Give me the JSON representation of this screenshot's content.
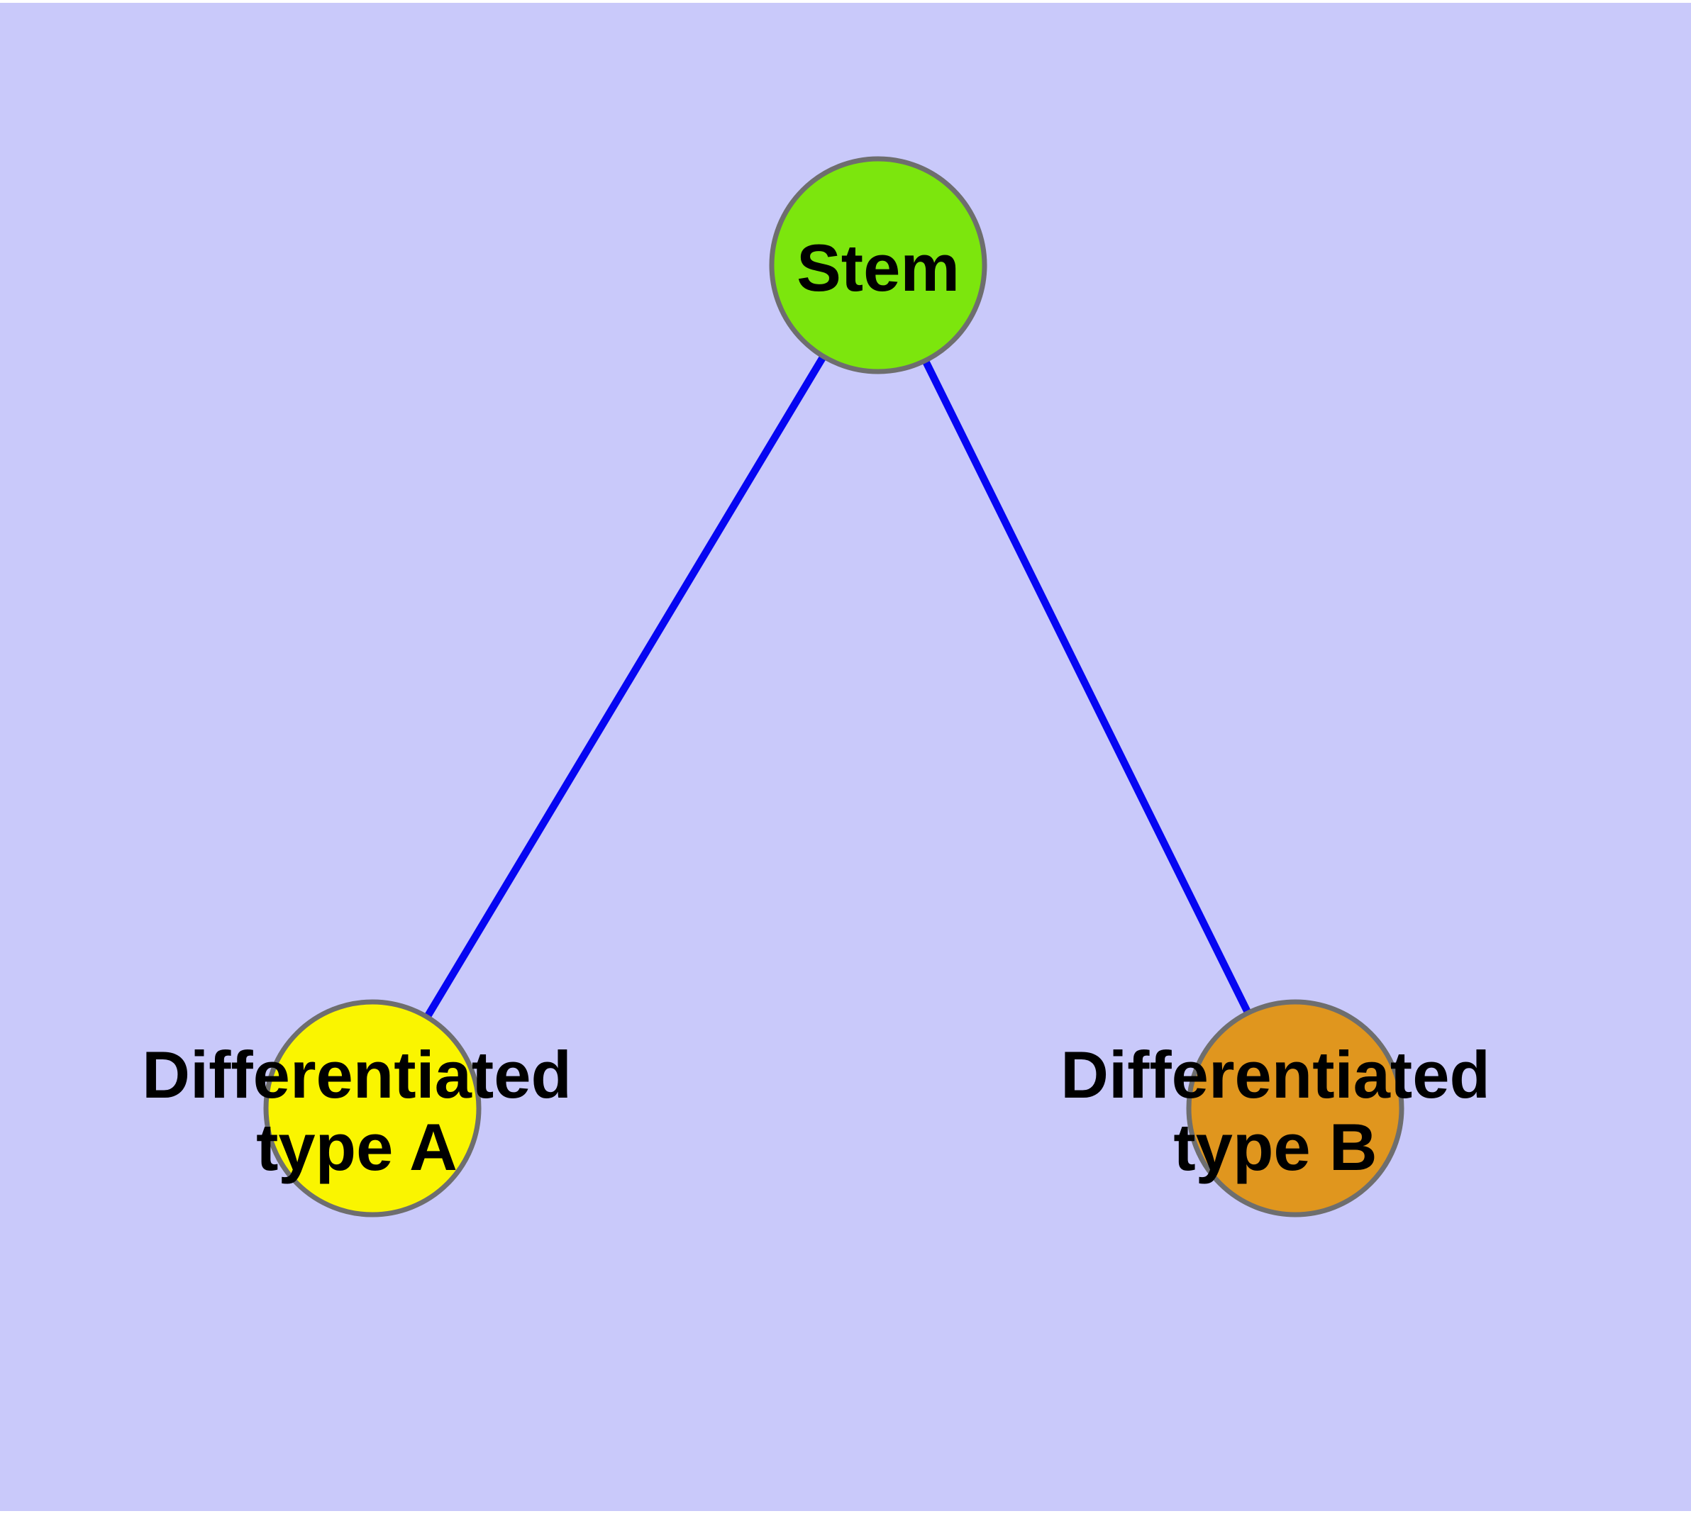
{
  "figure": {
    "type": "graph-diagram",
    "description": "Stem cell differentiation graph: one stem node connected to two differentiated cell type nodes",
    "colors": {
      "background": "#C9C9FA",
      "frame": "#FFFFFF",
      "edge": "#0606F2",
      "node_border": "#6E6E6E",
      "label_text": "#000000"
    },
    "nodes": [
      {
        "id": "stem",
        "label": "Stem",
        "label_lines": [
          "Stem"
        ],
        "fill": "#7CE60D"
      },
      {
        "id": "diff-a",
        "label": "Differentiated type A",
        "label_lines": [
          "Differentiated",
          "type A"
        ],
        "fill": "#FAF500"
      },
      {
        "id": "diff-b",
        "label": "Differentiated type B",
        "label_lines": [
          "Differentiated",
          "type B"
        ],
        "fill": "#E0961E"
      }
    ],
    "edges": [
      {
        "from": "Stem",
        "to": "Differentiated type A"
      },
      {
        "from": "Stem",
        "to": "Differentiated type B"
      }
    ]
  }
}
